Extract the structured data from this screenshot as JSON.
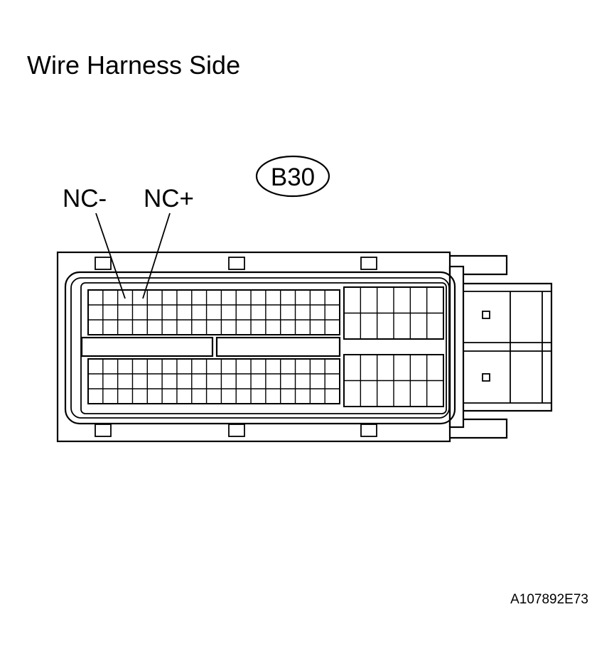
{
  "diagram": {
    "title": "Wire Harness Side",
    "connector_id": "B30",
    "pin_labels": {
      "left": "NC-",
      "right": "NC+"
    },
    "figure_code": "A107892E73"
  }
}
